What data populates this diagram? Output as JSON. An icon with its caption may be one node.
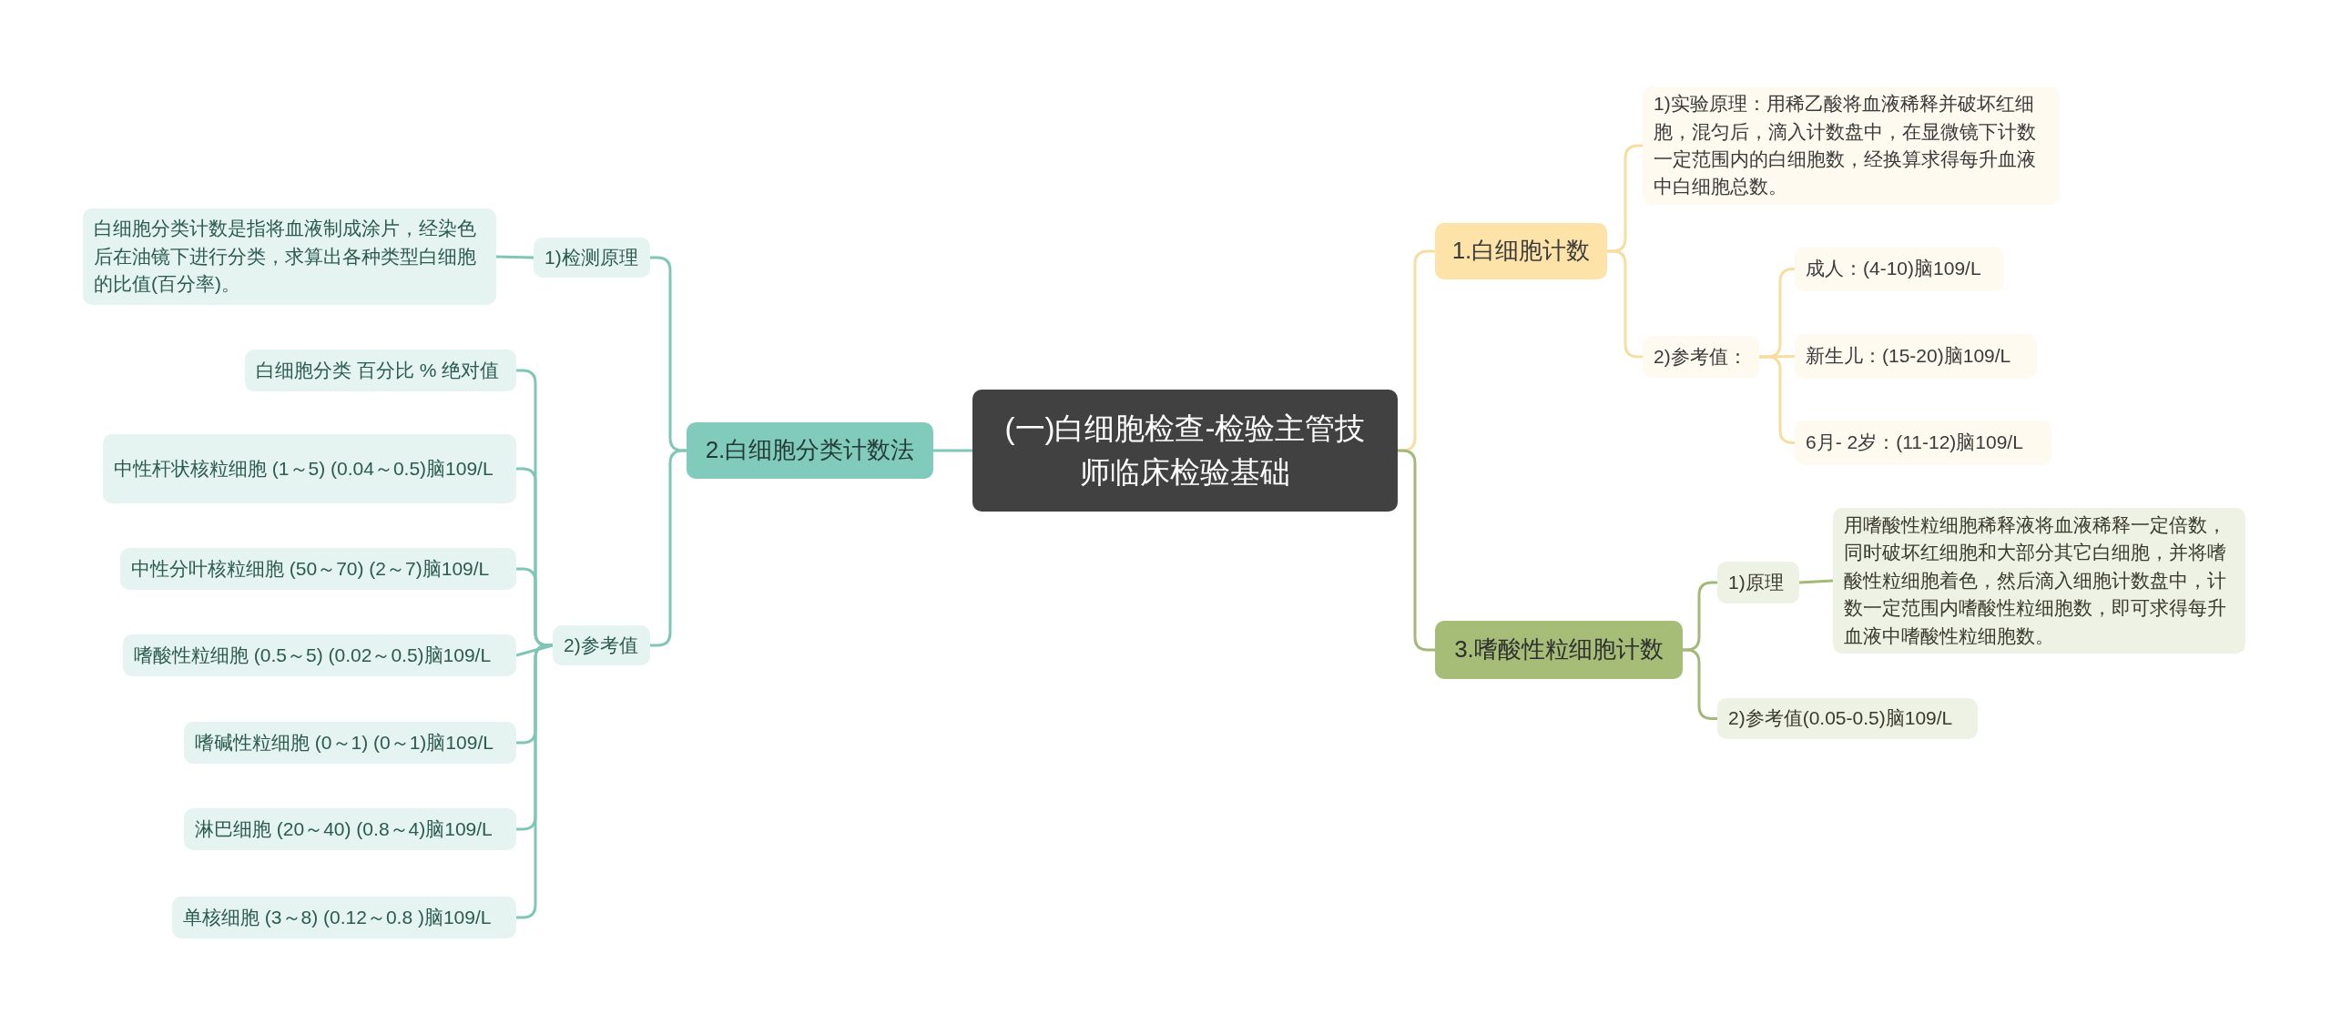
{
  "diagram": {
    "nodes": [
      {
        "text": [
          "(一)白细胞检查-检验主管技师临床检验基础"
        ]
      },
      {
        "text": [
          "1.白细胞计数"
        ]
      },
      {
        "text": [
          "1)实验原理：用稀乙酸将血液稀释并破坏红细胞，混匀后，滴入计数盘中，在显微镜下计数一定范围内的白细胞数，经换算求得每升血液中白细胞总数。"
        ]
      },
      {
        "text": [
          "2)参考值："
        ]
      },
      {
        "text": [
          "成人：(4-10)脑109/L"
        ]
      },
      {
        "text": [
          "新生儿：(15-20)脑109/L"
        ]
      },
      {
        "text": [
          "6月- 2岁：(11-12)脑109/L"
        ]
      },
      {
        "text": [
          "3.嗜酸性粒细胞计数"
        ]
      },
      {
        "text": [
          "1)原理"
        ]
      },
      {
        "text": [
          "用嗜酸性粒细胞稀释液将血液稀释一定倍数，同时破坏红细胞和大部分其它白细胞，并将嗜酸性粒细胞着色，然后滴入细胞计数盘中，计数一定范围内嗜酸性粒细胞数，即可求得每升血液中嗜酸性粒细胞数。"
        ]
      },
      {
        "text": [
          "2)参考值(0.05-0.5)脑109/L"
        ]
      },
      {
        "text": [
          "2.白细胞分类计数法"
        ]
      },
      {
        "text": [
          "1)检测原理"
        ]
      },
      {
        "text": [
          "白细胞分类计数是指将血液制成涂片，经染色后在油镜下进行分类，求算出各种类型白细胞的比值(百分率)。"
        ]
      },
      {
        "text": [
          "2)参考值"
        ]
      },
      {
        "text": [
          "白细胞分类 百分比 % 绝对值"
        ]
      },
      {
        "text": [
          "中性杆状核粒细胞 (1～5) (0.04～0.5)脑109/L"
        ]
      },
      {
        "text": [
          "中性分叶核粒细胞 (50～70) (2～7)脑109/L"
        ]
      },
      {
        "text": [
          "嗜酸性粒细胞 (0.5～5) (0.02～0.5)脑109/L"
        ]
      },
      {
        "text": [
          "嗜碱性粒细胞 (0～1) (0～1)脑109/L"
        ]
      },
      {
        "text": [
          "淋巴细胞 (20～40) (0.8～4)脑109/L"
        ]
      },
      {
        "text": [
          "单核细胞 (3～8) (0.12～0.8 )脑109/L"
        ]
      }
    ],
    "edges": [
      {
        "from": 0,
        "to": 1,
        "arrow": "none",
        "color": "#f7dea0"
      },
      {
        "from": 1,
        "to": 2,
        "arrow": "none",
        "color": "#f7dea0"
      },
      {
        "from": 1,
        "to": 3,
        "arrow": "none",
        "color": "#f7dea0"
      },
      {
        "from": 3,
        "to": 4,
        "arrow": "none",
        "color": "#f7dea0"
      },
      {
        "from": 3,
        "to": 5,
        "arrow": "none",
        "color": "#f7dea0"
      },
      {
        "from": 3,
        "to": 6,
        "arrow": "none",
        "color": "#f7dea0"
      },
      {
        "from": 0,
        "to": 7,
        "arrow": "none",
        "color": "#a4b978"
      },
      {
        "from": 7,
        "to": 8,
        "arrow": "none",
        "color": "#a4b978"
      },
      {
        "from": 8,
        "to": 9,
        "arrow": "none",
        "color": "#a4b978"
      },
      {
        "from": 7,
        "to": 10,
        "arrow": "none",
        "color": "#a4b978"
      },
      {
        "from": 0,
        "to": 11,
        "arrow": "none"
      },
      {
        "from": 11,
        "to": 12,
        "arrow": "none"
      },
      {
        "from": 12,
        "to": 13,
        "arrow": "none"
      },
      {
        "from": 11,
        "to": 14,
        "arrow": "none"
      },
      {
        "from": 14,
        "to": 15,
        "arrow": "none"
      },
      {
        "from": 14,
        "to": 16,
        "arrow": "none"
      },
      {
        "from": 14,
        "to": 17,
        "arrow": "none"
      },
      {
        "from": 14,
        "to": 18,
        "arrow": "none"
      },
      {
        "from": 14,
        "to": 19,
        "arrow": "none"
      },
      {
        "from": 14,
        "to": 20,
        "arrow": "none"
      },
      {
        "from": 14,
        "to": 21,
        "arrow": "none"
      }
    ]
  }
}
